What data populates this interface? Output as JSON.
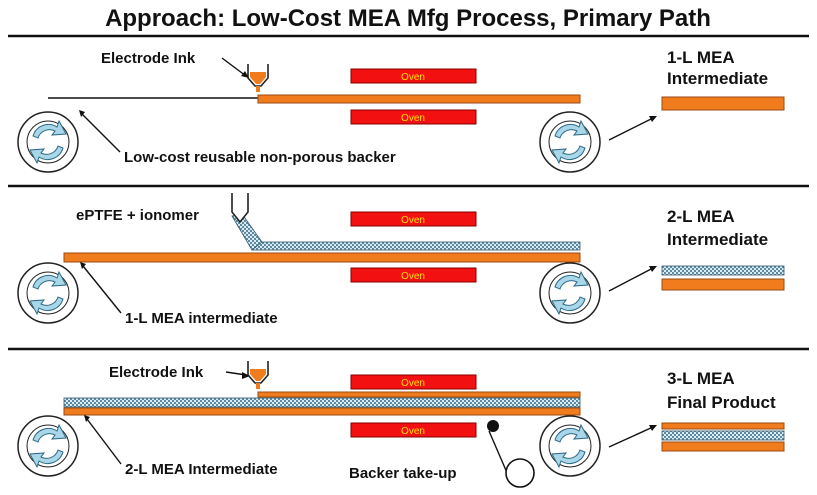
{
  "title": "Approach: Low-Cost MEA Mfg Process, Primary Path",
  "oven_label": "Oven",
  "panel1": {
    "ink_label": "Electrode Ink",
    "backer_label": "Low-cost reusable non-porous backer",
    "result_line1": "1-L MEA",
    "result_line2": "Intermediate"
  },
  "panel2": {
    "ink_label": "ePTFE + ionomer",
    "backer_label": "1-L MEA intermediate",
    "result_line1": "2-L MEA",
    "result_line2": "Intermediate"
  },
  "panel3": {
    "ink_label": "Electrode Ink",
    "backer_label": "2-L MEA Intermediate",
    "takeup_label": "Backer take-up",
    "result_line1": "3-L MEA",
    "result_line2": "Final Product"
  },
  "colors": {
    "layer_orange": "#f07c1e",
    "oven_red": "#f21010",
    "oven_text": "#ffe000",
    "roller_arrows": "#a9d6e8",
    "membrane": "#a8c8d8"
  }
}
